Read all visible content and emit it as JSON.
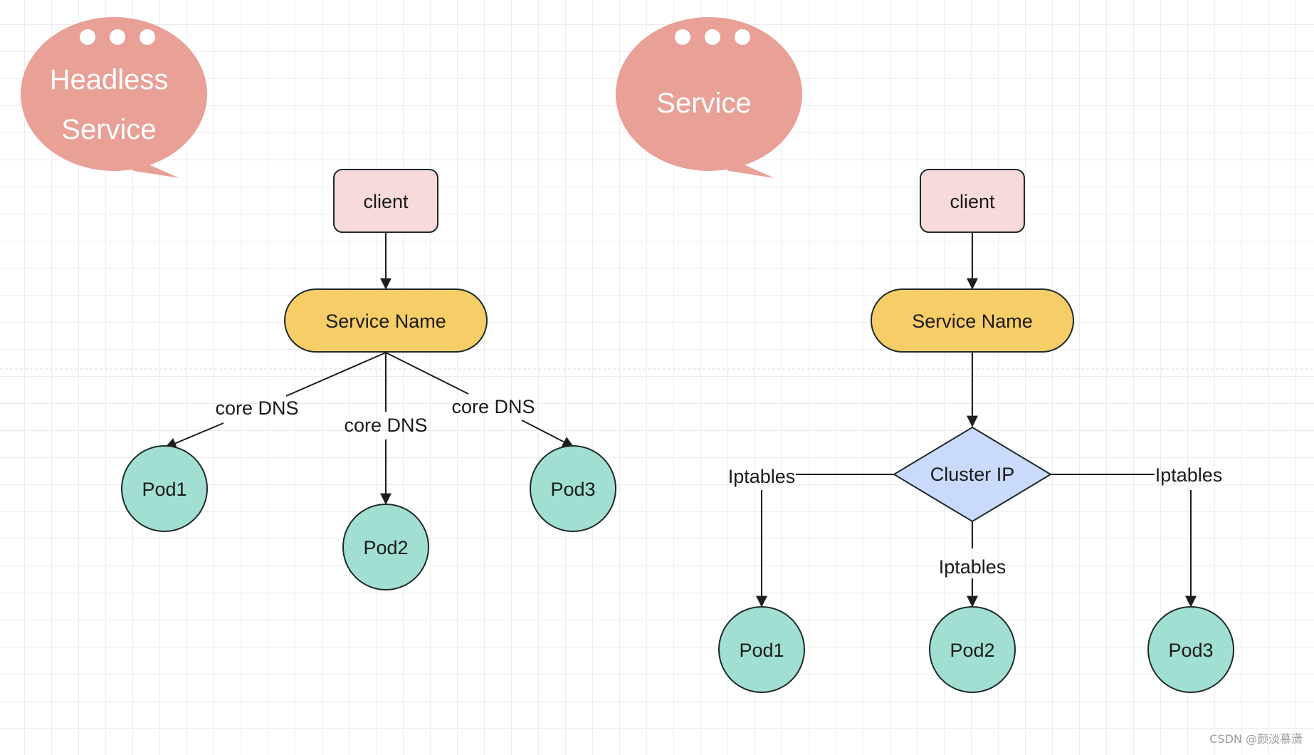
{
  "bubbles": {
    "headless": {
      "line1": "Headless",
      "line2": "Service"
    },
    "service": {
      "label": "Service"
    }
  },
  "headless_diagram": {
    "client": "client",
    "service_name": "Service Name",
    "edge_labels": [
      "core DNS",
      "core DNS",
      "core DNS"
    ],
    "pods": [
      "Pod1",
      "Pod2",
      "Pod3"
    ]
  },
  "service_diagram": {
    "client": "client",
    "service_name": "Service Name",
    "cluster_ip": "Cluster IP",
    "edge_labels": [
      "Iptables",
      "Iptables",
      "Iptables"
    ],
    "pods": [
      "Pod1",
      "Pod2",
      "Pod3"
    ]
  },
  "watermark": "CSDN @颜淡慕潇",
  "colors": {
    "bubble": "#e8a097",
    "client_fill": "#f9dada",
    "service_name_fill": "#f7cd68",
    "cluster_ip_fill": "#c9dafc",
    "pod_fill": "#a2dfd3",
    "stroke": "#1e2a2a"
  }
}
